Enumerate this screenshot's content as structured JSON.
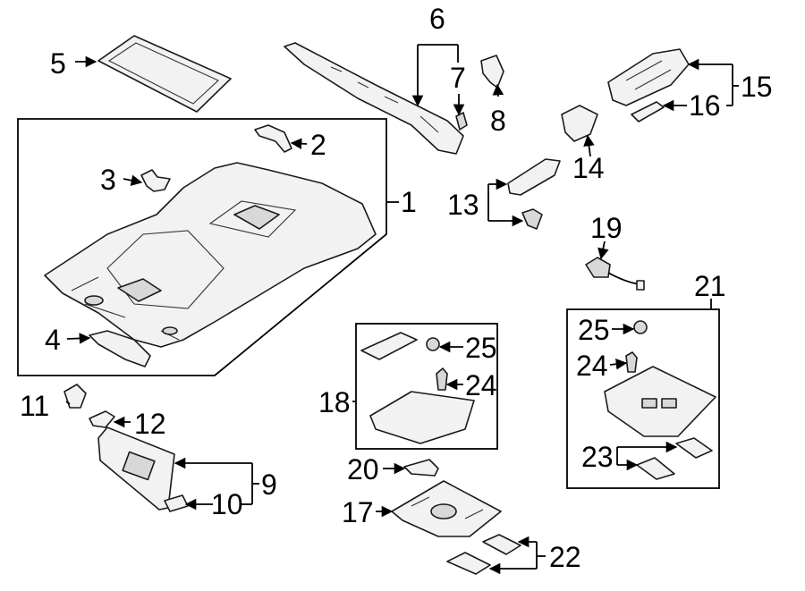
{
  "callouts": {
    "c1": "1",
    "c2": "2",
    "c3": "3",
    "c4": "4",
    "c5": "5",
    "c6": "6",
    "c7": "7",
    "c8": "8",
    "c9": "9",
    "c10": "10",
    "c11": "11",
    "c12": "12",
    "c13": "13",
    "c14": "14",
    "c15": "15",
    "c16": "16",
    "c17": "17",
    "c18": "18",
    "c19": "19",
    "c20": "20",
    "c21": "21",
    "c22": "22",
    "c23": "23",
    "c24a": "24",
    "c25a": "25",
    "c24b": "24",
    "c25b": "25"
  }
}
